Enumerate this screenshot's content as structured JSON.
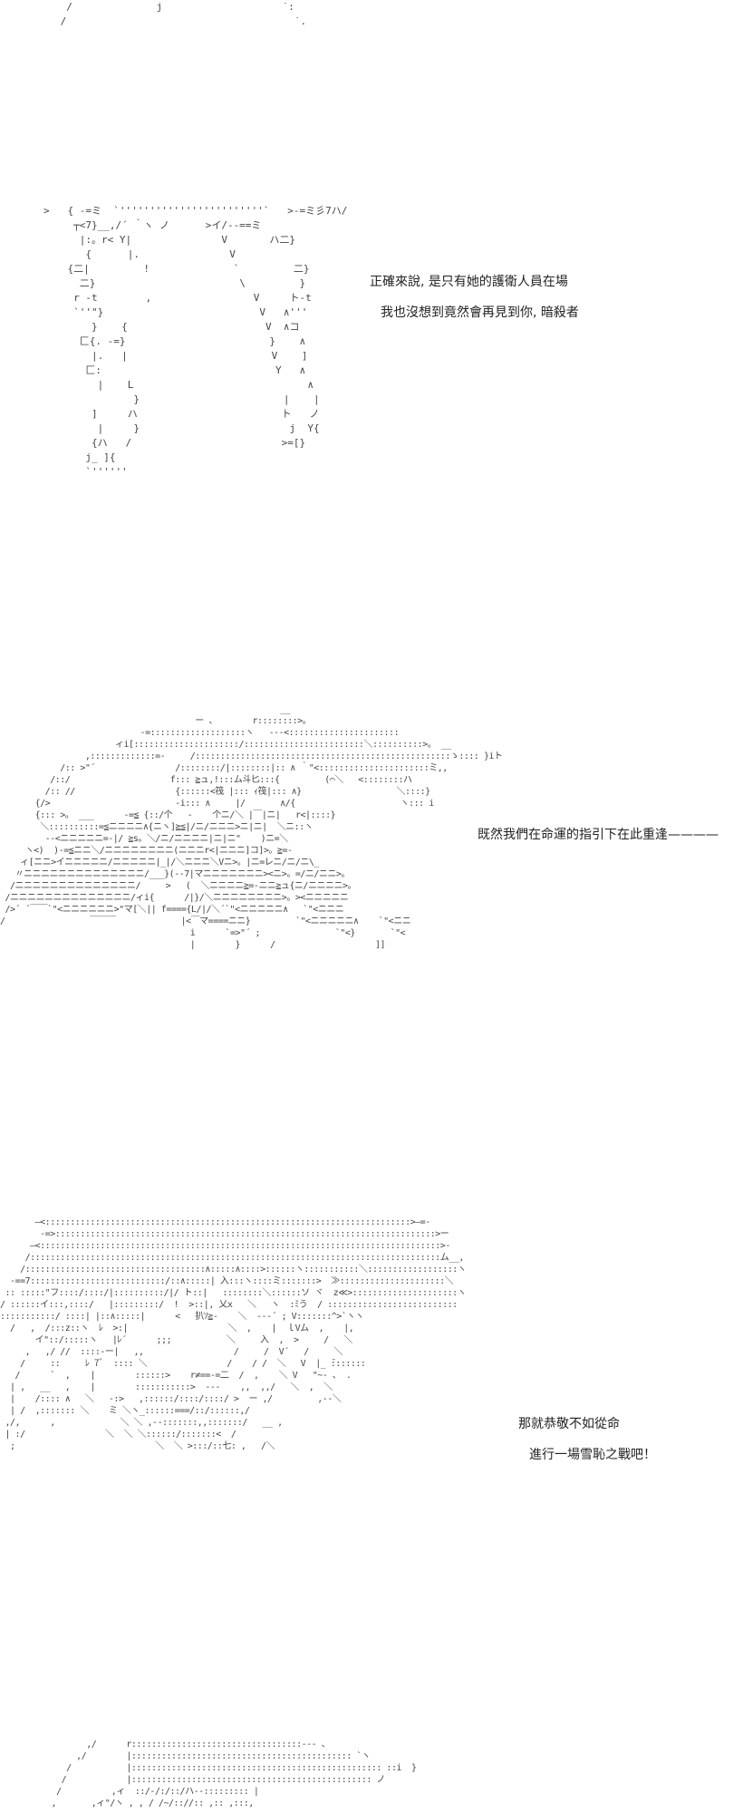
{
  "panel1": {
    "dialogue": [
      "正確來說, 是只有她的護衛人員在場",
      "我也沒想到竟然會再見到你, 暗殺者"
    ]
  },
  "panel2": {
    "dialogue": [
      "既然我們在命運的指引下在此重逢————"
    ]
  },
  "panel3": {
    "dialogue": [
      "那就恭敬不如從命",
      "進行一場雪恥之戰吧！"
    ]
  }
}
